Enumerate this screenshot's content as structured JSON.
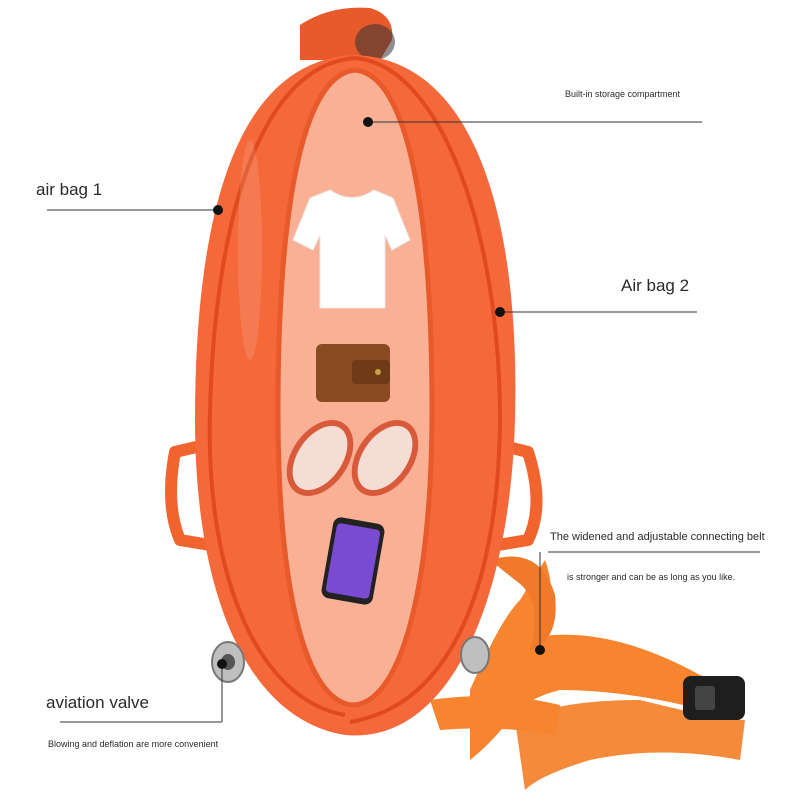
{
  "labels": {
    "storage": "Built-in storage compartment",
    "air_bag_1": "air bag 1",
    "air_bag_2": "Air bag 2",
    "belt_line1": "The widened and adjustable connecting belt",
    "belt_line2": "is stronger and can be as long as you like.",
    "valve": "aviation valve",
    "valve_note": "Blowing and deflation are more convenient"
  },
  "colors": {
    "bag_orange": "#f5683a",
    "bag_dark": "#e04a1e",
    "compartment": "#f9b8a0",
    "belt": "#f7842e",
    "leader_line": "#333333"
  },
  "icons": [
    "tshirt-icon",
    "wallet-icon",
    "flip-flops-icon",
    "phone-icon",
    "buckle-icon",
    "valve-icon"
  ]
}
